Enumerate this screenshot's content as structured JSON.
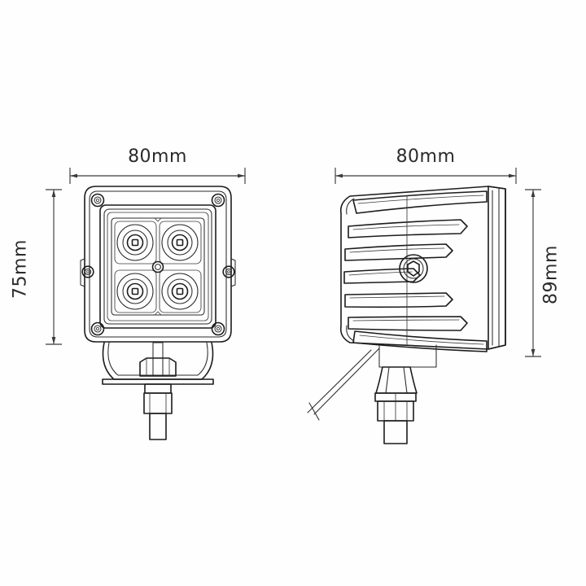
{
  "document": {
    "type": "technical-drawing",
    "subject": "LED work light",
    "background_color": "#ffffff",
    "line_color": "#1c1c1c"
  },
  "views": {
    "front": {
      "name": "front-view",
      "label": "Front view of LED work light",
      "led_count": 4,
      "corner_screw_count": 4,
      "side_screw_count": 2,
      "center_screw_count": 1,
      "dimensions": {
        "width": {
          "value": "80mm",
          "orientation": "horizontal",
          "position": "top"
        },
        "height": {
          "value": "75mm",
          "orientation": "vertical",
          "position": "left"
        }
      }
    },
    "side": {
      "name": "side-view",
      "label": "Side view of LED work light",
      "fin_count": 6,
      "wire_count": 2,
      "dimensions": {
        "depth": {
          "value": "80mm",
          "orientation": "horizontal",
          "position": "top"
        },
        "height": {
          "value": "89mm",
          "orientation": "vertical",
          "position": "right"
        }
      }
    }
  },
  "labels": {
    "front_width": "80mm",
    "front_height": "75mm",
    "side_depth": "80mm",
    "side_height": "89mm"
  }
}
